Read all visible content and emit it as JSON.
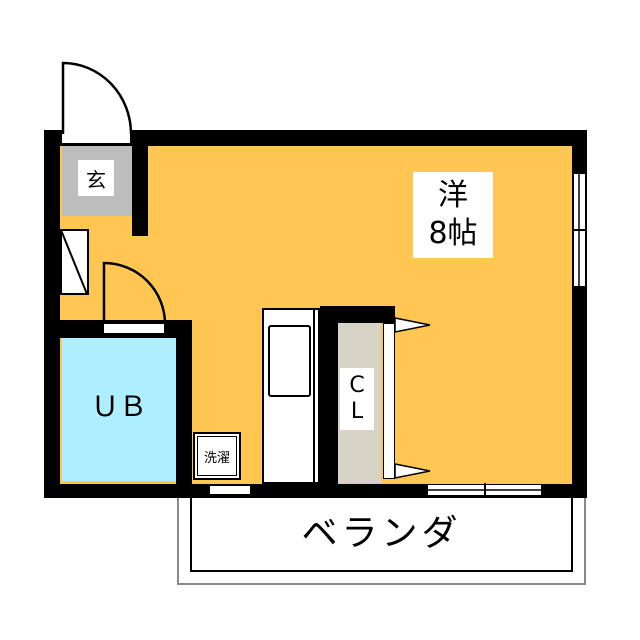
{
  "colors": {
    "room": "#FFC752",
    "entrance": "#BDBDBD",
    "bath": "#AEEEFF",
    "closet": "#D7D3C6",
    "wall": "#000000"
  },
  "rooms": {
    "western_room": {
      "line1": "洋",
      "line2": "8帖"
    },
    "entrance": "玄",
    "unit_bath": "ＵＢ",
    "washer": "洗濯",
    "closet": {
      "line1": "C",
      "line2": "L"
    },
    "balcony": "ベランダ"
  }
}
